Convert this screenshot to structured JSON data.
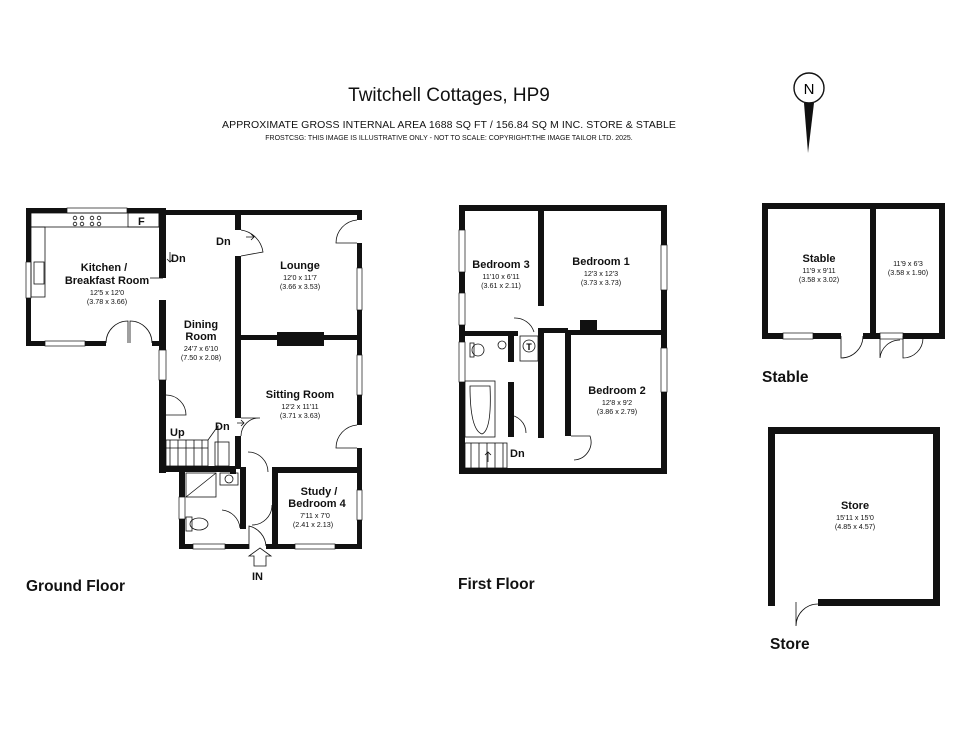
{
  "header": {
    "title": "Twitchell Cottages, HP9",
    "area_line": "APPROXIMATE GROSS INTERNAL AREA 1688 SQ FT / 156.84 SQ M INC. STORE & STABLE",
    "disclaimer": "FROSTCSG: THIS IMAGE IS ILLUSTRATIVE ONLY - NOT TO SCALE: COPYRIGHT:THE IMAGE TAILOR LTD. 2025."
  },
  "compass": {
    "label": "N"
  },
  "ground_floor": {
    "label": "Ground Floor",
    "rooms": [
      {
        "name_lines": [
          "Kitchen /",
          "Breakfast Room"
        ],
        "dims": [
          "12'5 x 12'0",
          "(3.78 x 3.66)"
        ]
      },
      {
        "name_lines": [
          "Dining",
          "Room"
        ],
        "dims": [
          "24'7 x 6'10",
          "(7.50 x 2.08)"
        ]
      },
      {
        "name_lines": [
          "Lounge"
        ],
        "dims": [
          "12'0 x 11'7",
          "(3.66 x 3.53)"
        ]
      },
      {
        "name_lines": [
          "Sitting Room"
        ],
        "dims": [
          "12'2 x 11'11",
          "(3.71 x 3.63)"
        ]
      },
      {
        "name_lines": [
          "Study /",
          "Bedroom 4"
        ],
        "dims": [
          "7'11 x 7'0",
          "(2.41 x 2.13)"
        ]
      }
    ],
    "markers": {
      "fridge": "F",
      "dn_kitchen": "Dn",
      "dn_lounge": "Dn",
      "dn_sitting": "Dn",
      "up": "Up",
      "entrance": "IN"
    }
  },
  "first_floor": {
    "label": "First Floor",
    "rooms": [
      {
        "name_lines": [
          "Bedroom 3"
        ],
        "dims": [
          "11'10 x 6'11",
          "(3.61 x 2.11)"
        ]
      },
      {
        "name_lines": [
          "Bedroom 1"
        ],
        "dims": [
          "12'3 x 12'3",
          "(3.73 x 3.73)"
        ]
      },
      {
        "name_lines": [
          "Bedroom 2"
        ],
        "dims": [
          "12'8 x 9'2",
          "(3.86 x 2.79)"
        ]
      }
    ],
    "markers": {
      "tank": "T",
      "dn": "Dn"
    }
  },
  "stable": {
    "label": "Stable",
    "rooms": [
      {
        "name_lines": [
          "Stable"
        ],
        "dims": [
          "11'9 x 9'11",
          "(3.58 x 3.02)"
        ]
      },
      {
        "name_lines": [],
        "dims": [
          "11'9 x 6'3",
          "(3.58 x 1.90)"
        ]
      }
    ]
  },
  "store": {
    "label": "Store",
    "rooms": [
      {
        "name_lines": [
          "Store"
        ],
        "dims": [
          "15'11 x 15'0",
          "(4.85 x 4.57)"
        ]
      }
    ]
  }
}
